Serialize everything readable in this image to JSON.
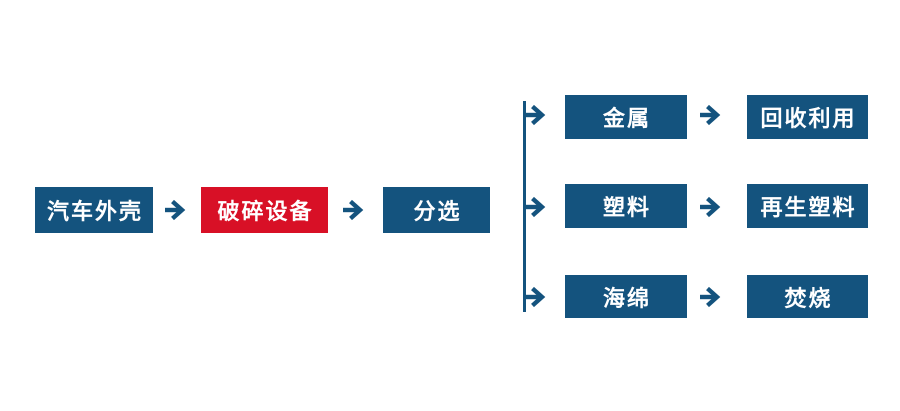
{
  "diagram": {
    "nodes": {
      "car_shell": "汽车外壳",
      "crusher": "破碎设备",
      "sorting": "分选",
      "metal": "金属",
      "plastic": "塑料",
      "sponge": "海绵",
      "recycle": "回收利用",
      "recycled_plastic": "再生塑料",
      "incineration": "焚烧"
    },
    "colors": {
      "node_blue": "#14537e",
      "node_red": "#d81026",
      "arrow": "#14537e",
      "text": "#ffffff",
      "background": "#ffffff"
    }
  }
}
